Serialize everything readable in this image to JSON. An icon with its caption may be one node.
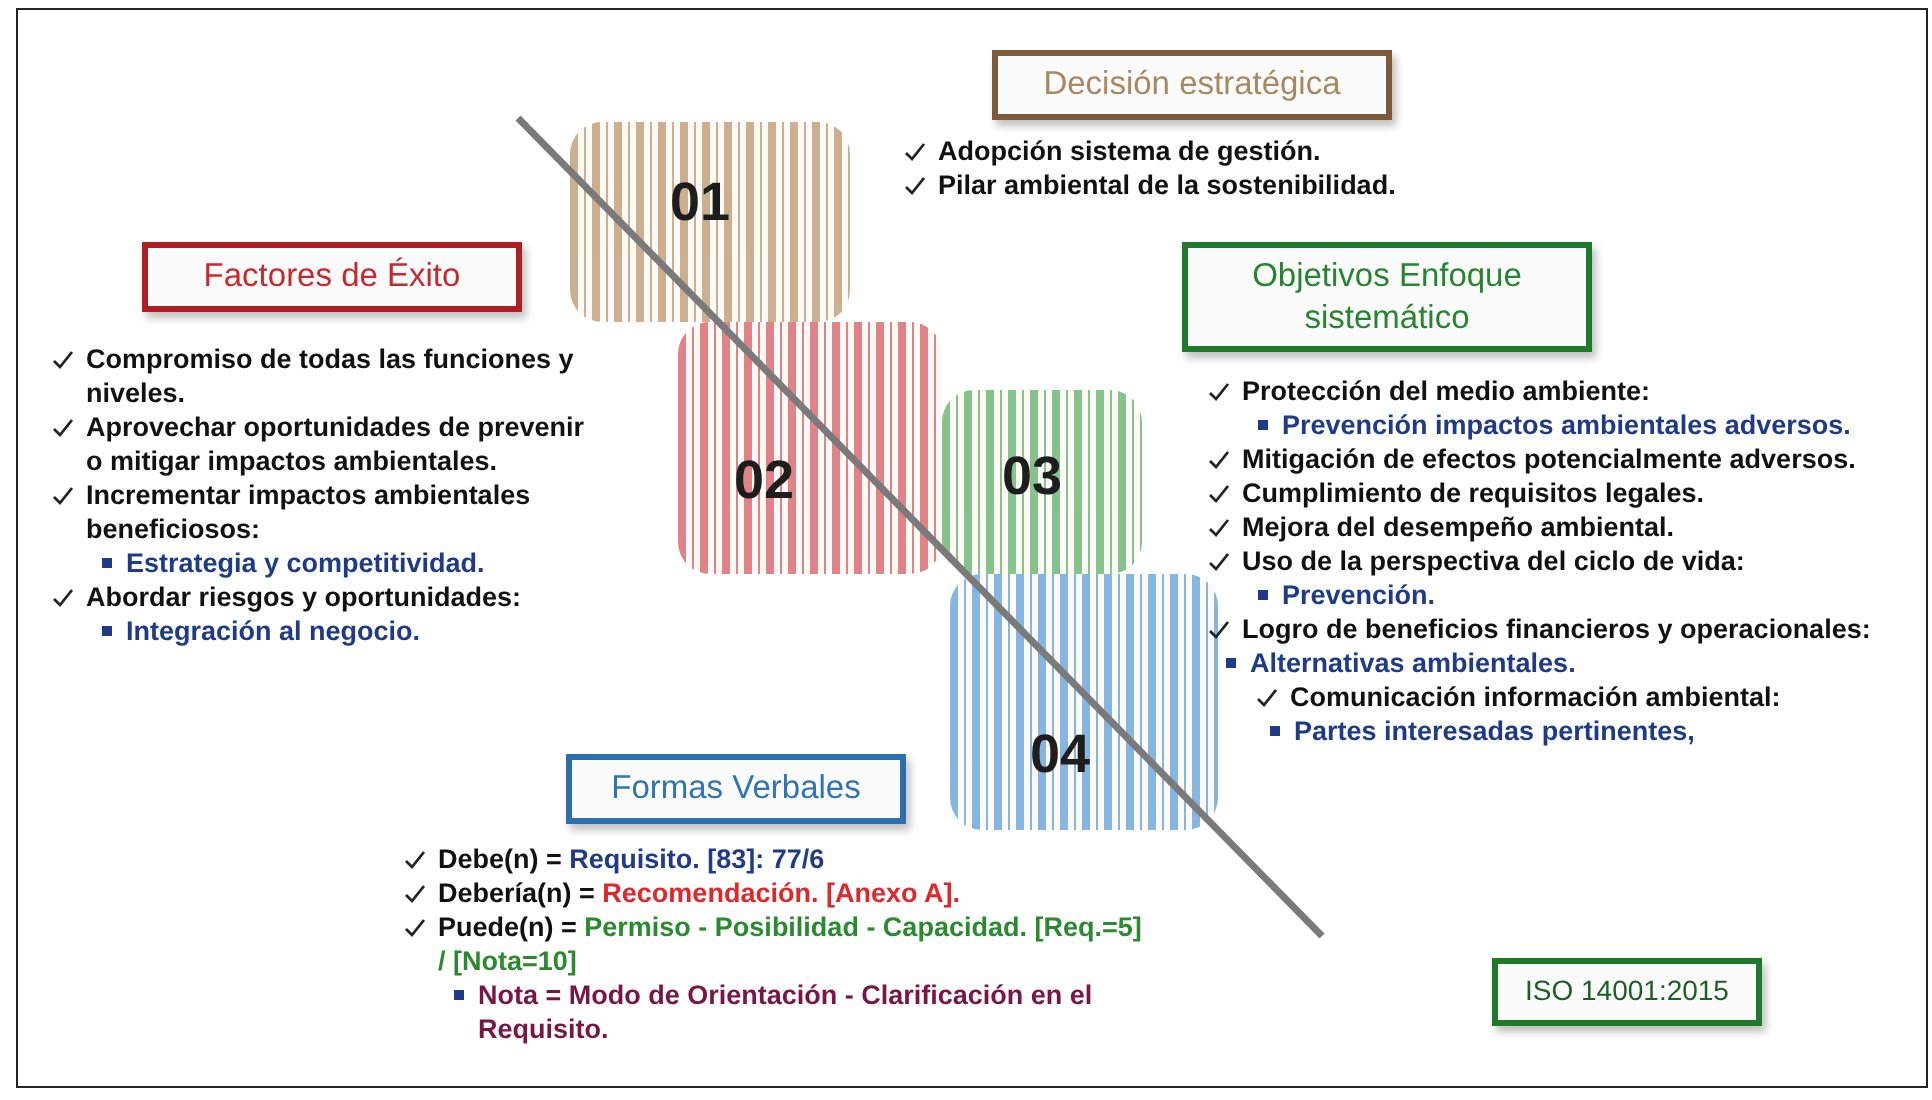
{
  "diagram": {
    "nodes": [
      {
        "text": [
          "Decisión estratégica"
        ]
      },
      {
        "text": [
          "01"
        ]
      },
      {
        "text": [
          "Factores de Éxito"
        ]
      },
      {
        "text": [
          "Objetivos Enfoque sistemático"
        ]
      },
      {
        "text": [
          "02"
        ]
      },
      {
        "text": [
          "03"
        ]
      },
      {
        "text": [
          "04"
        ]
      },
      {
        "text": [
          "Formas Verbales"
        ]
      },
      {
        "text": [
          "ISO 14001:2015"
        ]
      }
    ],
    "labels": [
      "Adopción sistema de gestión.",
      "Pilar ambiental de la sostenibilidad.",
      "Compromiso de todas las funciones y niveles.",
      "Aprovechar oportunidades de prevenir o mitigar impactos ambientales.",
      "Incrementar impactos ambientales beneficiosos:",
      "Estrategia y competitividad.",
      "Abordar riesgos y oportunidades:",
      "Integración al negocio.",
      "Protección del medio ambiente:",
      "Prevención impactos ambientales adversos.",
      "Mitigación de efectos potencialmente adversos.",
      "Cumplimiento de requisitos legales.",
      "Mejora del desempeño ambiental.",
      "Uso de la perspectiva del ciclo de vida:",
      "Prevención.",
      "Logro de beneficios financieros y operacionales:",
      "Alternativas ambientales.",
      "Comunicación información ambiental:",
      "Partes interesadas pertinentes,",
      "Debe(n) =",
      "Requisito. [83]: 77/6",
      "Debería(n) =",
      "Recomendación. [Anexo A].",
      "Puede(n) =",
      "Permiso - Posibilidad - Capacidad. [Req.=5] / [Nota=10]",
      "Nota = Modo de Orientación - Clarificación en el Requisito."
    ]
  }
}
